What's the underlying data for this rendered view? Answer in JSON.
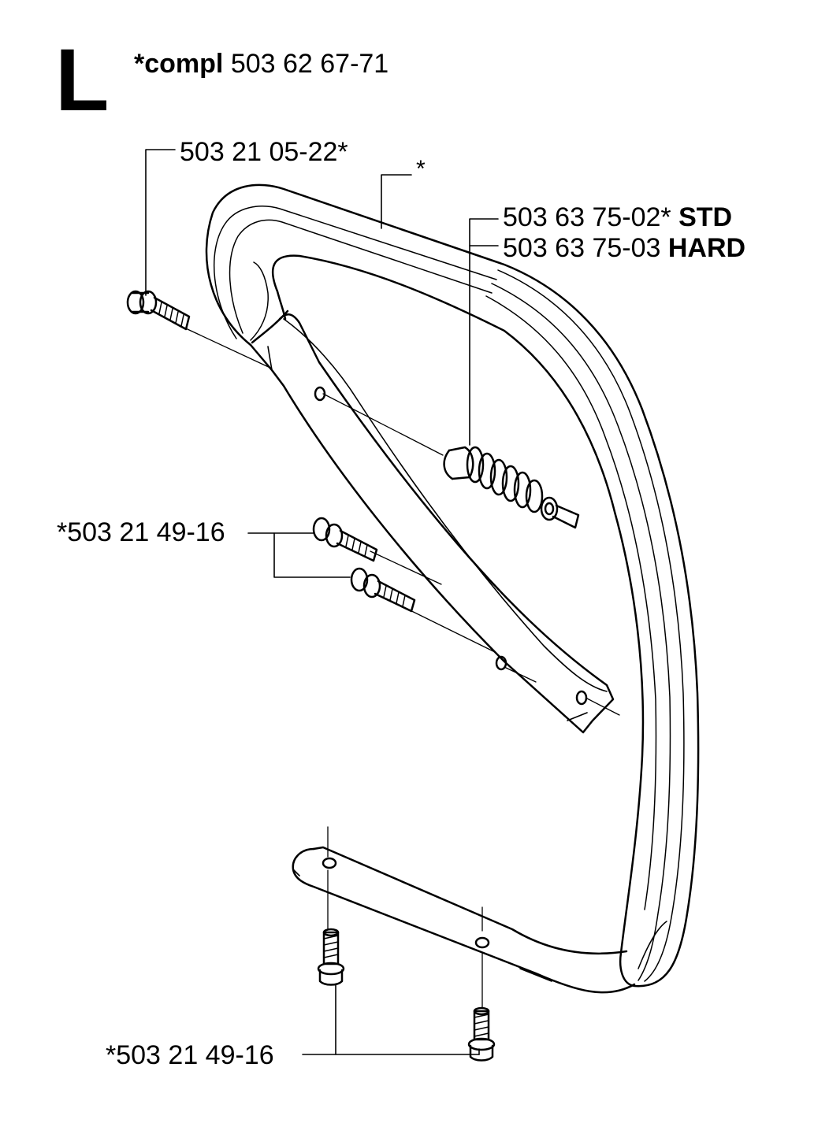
{
  "section_letter": "L",
  "compl": {
    "prefix": "*compl",
    "part_number": "503 62 67-71"
  },
  "callouts": {
    "bolt_top": "503 21 05-22*",
    "handle_asterisk": "*",
    "vibration_damper_std": {
      "number": "503 63 75-02*",
      "grade": "STD"
    },
    "vibration_damper_hard": {
      "number": "503 63 75-03",
      "grade": "HARD"
    },
    "bolts_middle": "*503 21 49-16",
    "bolts_bottom": "*503 21 49-16"
  }
}
